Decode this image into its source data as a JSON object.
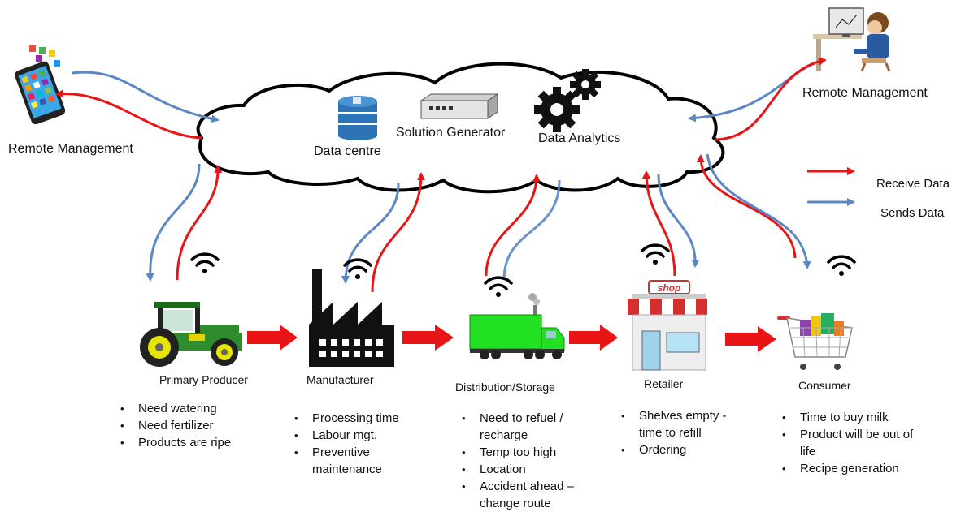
{
  "cloud": {
    "data_centre": "Data centre",
    "solution_generator": "Solution Generator",
    "data_analytics": "Data Analytics"
  },
  "remote_left": {
    "label": "Remote Management",
    "icon": "smartphone-apps-icon"
  },
  "remote_right": {
    "label": "Remote Management",
    "icon": "person-at-computer-icon"
  },
  "legend": {
    "receive": "Receive Data",
    "sends": "Sends Data",
    "receive_color": "#e81416",
    "sends_color": "#5b87c5"
  },
  "stages": [
    {
      "name": "Primary Producer",
      "icon": "tractor-icon",
      "bullets": [
        "Need watering",
        "Need fertilizer",
        "Products are ripe"
      ]
    },
    {
      "name": "Manufacturer",
      "icon": "factory-icon",
      "bullets": [
        "Processing time",
        "Labour mgt.",
        "Preventive maintenance"
      ]
    },
    {
      "name": "Distribution/Storage",
      "icon": "truck-icon",
      "bullets": [
        "Need to refuel / recharge",
        "Temp too high",
        "Location",
        "Accident ahead – change route"
      ]
    },
    {
      "name": "Retailer",
      "icon": "shop-icon",
      "sign": "shop",
      "bullets": [
        "Shelves empty - time to refill",
        "Ordering"
      ]
    },
    {
      "name": "Consumer",
      "icon": "shopping-cart-icon",
      "bullets": [
        "Time to buy milk",
        "Product will be out of life",
        "Recipe generation"
      ]
    }
  ]
}
